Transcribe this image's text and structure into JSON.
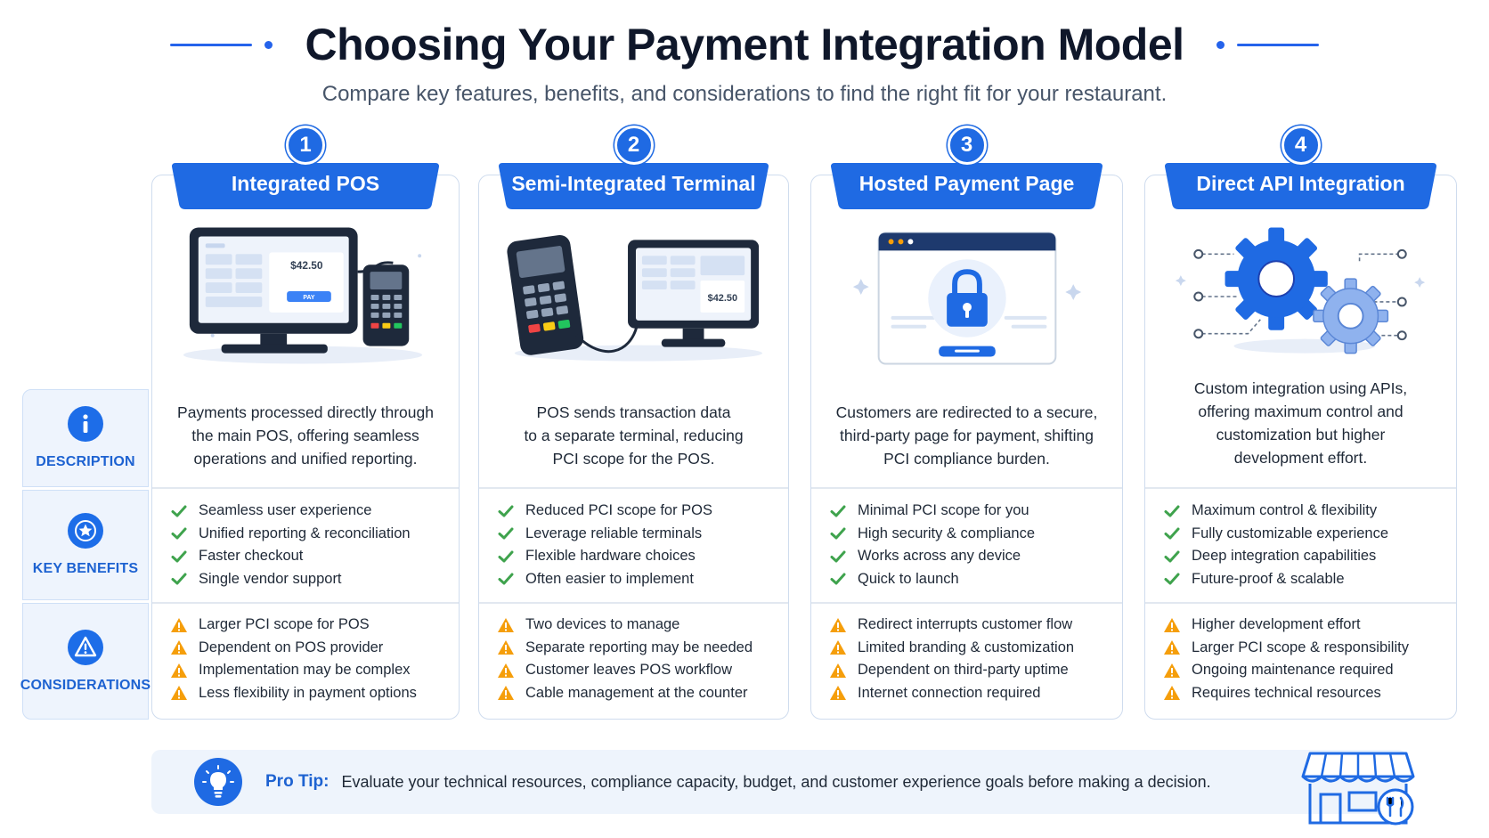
{
  "header": {
    "title": "Choosing Your Payment Integration Model",
    "subtitle": "Compare key features, benefits, and considerations to find the right fit for your restaurant."
  },
  "row_labels": {
    "description": "DESCRIPTION",
    "benefits": "KEY BENEFITS",
    "considerations": "CONSIDERATIONS"
  },
  "columns": [
    {
      "number": "1",
      "title": "Integrated POS",
      "illustration_icon": "pos-monitor-card-reader",
      "screen_amount": "$42.50",
      "screen_button": "PAY",
      "description": [
        "Payments processed directly through",
        "the main POS, offering seamless",
        "operations and unified reporting."
      ],
      "benefits": [
        "Seamless user experience",
        "Unified reporting & reconciliation",
        "Faster checkout",
        "Single vendor support"
      ],
      "considerations": [
        "Larger PCI scope for POS",
        "Dependent on POS provider",
        "Implementation may be complex",
        "Less flexibility in payment options"
      ]
    },
    {
      "number": "2",
      "title": "Semi-Integrated Terminal",
      "illustration_icon": "terminal-connected-monitor",
      "screen_amount": "$42.50",
      "description": [
        "POS sends transaction data",
        "to a separate terminal, reducing",
        "PCI scope for the POS."
      ],
      "benefits": [
        "Reduced PCI scope for POS",
        "Leverage reliable terminals",
        "Flexible hardware choices",
        "Often easier to implement"
      ],
      "considerations": [
        "Two devices to manage",
        "Separate reporting may be needed",
        "Customer leaves POS workflow",
        "Cable management at the counter"
      ]
    },
    {
      "number": "3",
      "title": "Hosted Payment Page",
      "illustration_icon": "browser-lock",
      "description": [
        "Customers are redirected to a secure,",
        "third-party page for payment, shifting",
        "PCI compliance burden."
      ],
      "benefits": [
        "Minimal PCI scope for you",
        "High security & compliance",
        "Works across any device",
        "Quick to launch"
      ],
      "considerations": [
        "Redirect interrupts customer flow",
        "Limited branding & customization",
        "Dependent on third-party uptime",
        "Internet connection required"
      ]
    },
    {
      "number": "4",
      "title": "Direct API Integration",
      "illustration_icon": "gears-circuit",
      "description": [
        "Custom integration using APIs,",
        "offering maximum control and",
        "customization but higher",
        "development effort."
      ],
      "benefits": [
        "Maximum control & flexibility",
        "Fully customizable experience",
        "Deep integration capabilities",
        "Future-proof & scalable"
      ],
      "considerations": [
        "Higher development effort",
        "Larger PCI scope & responsibility",
        "Ongoing maintenance required",
        "Requires technical resources"
      ]
    }
  ],
  "tip": {
    "label": "Pro Tip:",
    "text": "Evaluate your technical resources, compliance capacity, budget, and customer experience goals before making a decision."
  },
  "colors": {
    "primary": "#1f6ae3",
    "label_text": "#1d62d1",
    "check": "#3fa34d",
    "warning": "#f59e0b",
    "title_text": "#0f172a"
  }
}
